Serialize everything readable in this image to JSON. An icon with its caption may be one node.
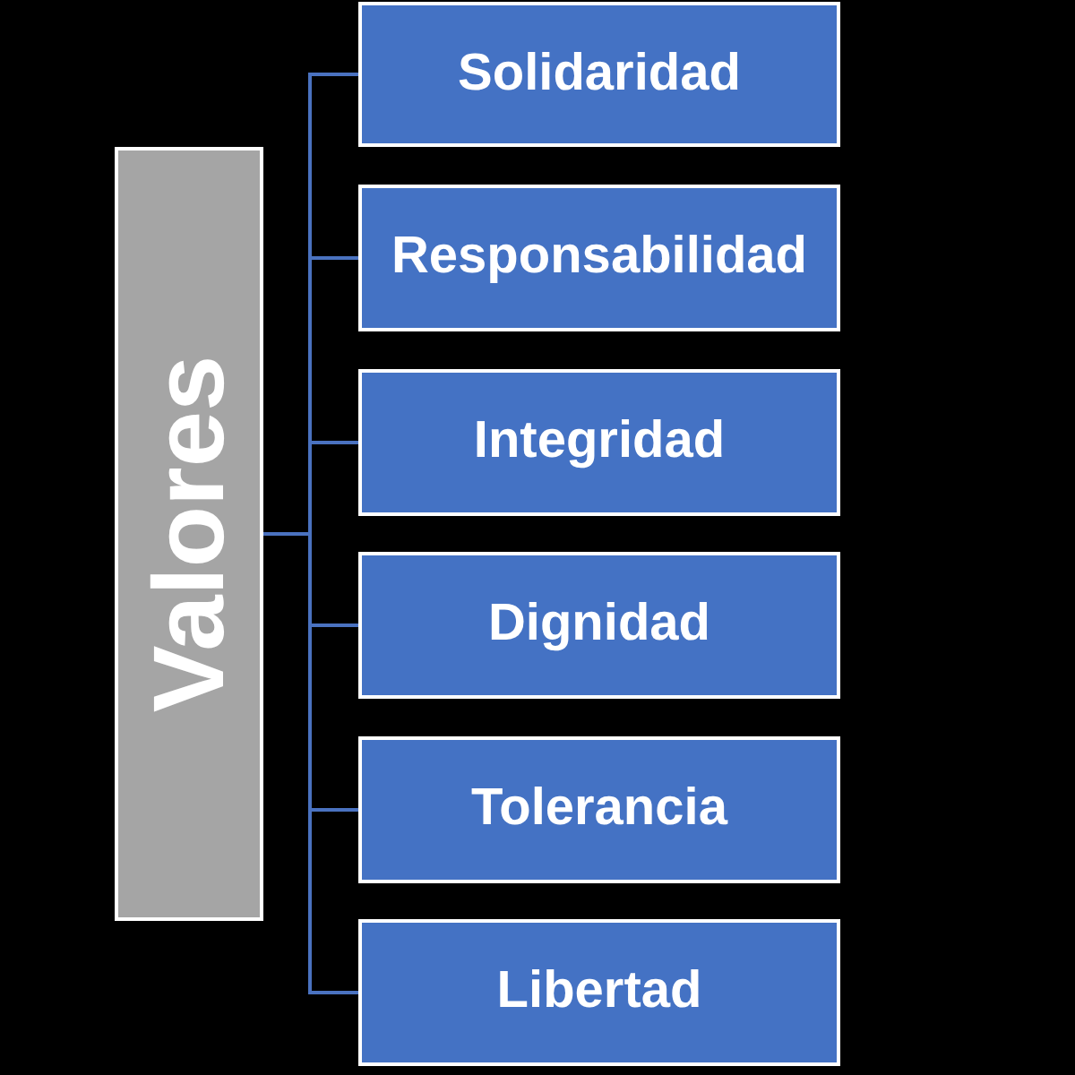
{
  "diagram": {
    "nodes": [
      {
        "text": [
          "Valores"
        ]
      },
      {
        "text": [
          "Solidaridad"
        ]
      },
      {
        "text": [
          "Responsabilidad"
        ]
      },
      {
        "text": [
          "Integridad"
        ]
      },
      {
        "text": [
          "Dignidad"
        ]
      },
      {
        "text": [
          "Tolerancia"
        ]
      },
      {
        "text": [
          "Libertad"
        ]
      }
    ],
    "edges": [
      {
        "from": 0,
        "to": 1,
        "arrow": "none"
      },
      {
        "from": 0,
        "to": 2,
        "arrow": "none"
      },
      {
        "from": 0,
        "to": 3,
        "arrow": "none"
      },
      {
        "from": 0,
        "to": 4,
        "arrow": "none"
      },
      {
        "from": 0,
        "to": 5,
        "arrow": "none"
      },
      {
        "from": 0,
        "to": 6,
        "arrow": "none"
      }
    ]
  }
}
